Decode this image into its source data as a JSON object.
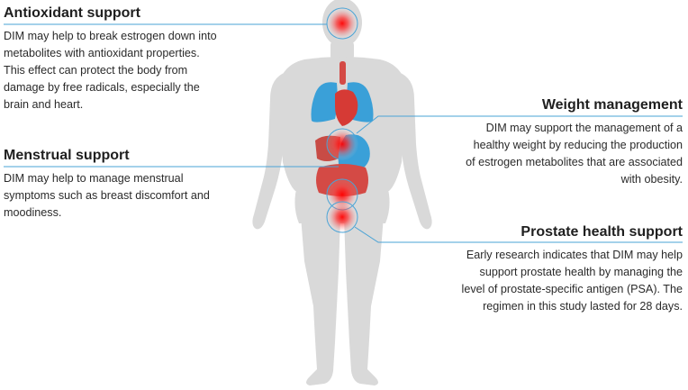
{
  "blocks": {
    "antioxidant": {
      "title": "Antioxidant support",
      "lines": [
        "DIM may help to break estrogen down into",
        "metabolites with antioxidant properties.",
        "This effect can protect the body from",
        "damage by free radicals, especially the",
        "brain and heart."
      ]
    },
    "menstrual": {
      "title": "Menstrual support",
      "lines": [
        "DIM may help to manage menstrual",
        "symptoms such as breast discomfort and",
        "moodiness."
      ]
    },
    "weight": {
      "title": "Weight management",
      "lines": [
        "DIM may support the management of a",
        "healthy weight by reducing the production",
        "of estrogen metabolites that are associated",
        "with obesity."
      ]
    },
    "prostate": {
      "title": "Prostate health support",
      "lines": [
        "Early research indicates that DIM may help",
        "support prostate health by managing the",
        "level of prostate-specific antigen (PSA). The",
        "regimen in this study lasted for 28 days."
      ]
    }
  },
  "colors": {
    "body_silhouette": "#d9d9d9",
    "lungs": "#3aa0d8",
    "heart": "#d63a35",
    "stomach": "#3aa0d8",
    "intestines": "#d44a45",
    "connector_line": "#4aa3d6",
    "glow": "#ff1a1a"
  }
}
